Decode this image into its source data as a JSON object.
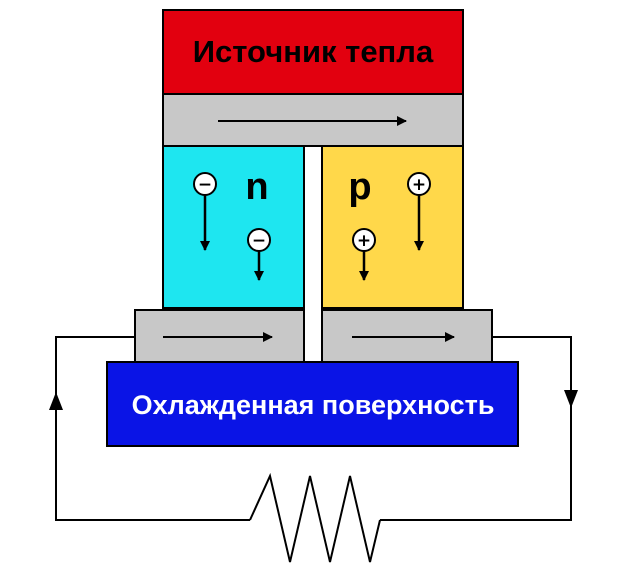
{
  "labels": {
    "heat_source": "Источник тепла",
    "cooled_surface": "Охлажденная поверхность",
    "n_type": "n",
    "p_type": "p",
    "electron_sign": "−",
    "hole_sign": "+"
  },
  "colors": {
    "heat_source": "#e2000f",
    "cooled_surface": "#0a14e6",
    "n_region": "#1ee6f0",
    "p_region": "#ffd84a",
    "connector": "#c8c8c8",
    "wire": "#000000"
  }
}
